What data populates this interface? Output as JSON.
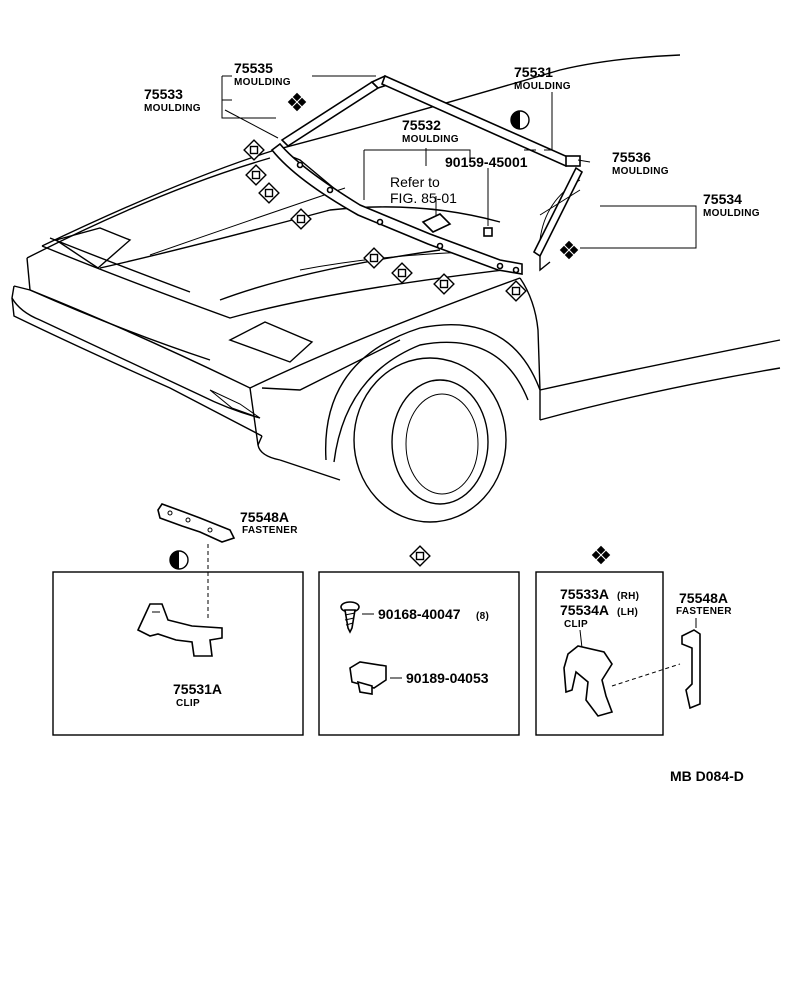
{
  "labels": {
    "p75535": {
      "num": "75535",
      "name": "MOULDING"
    },
    "p75533": {
      "num": "75533",
      "name": "MOULDING"
    },
    "p75531": {
      "num": "75531",
      "name": "MOULDING"
    },
    "p75532": {
      "num": "75532",
      "name": "MOULDING"
    },
    "p90159": {
      "num": "90159-45001"
    },
    "ref": {
      "line1": "Refer to",
      "line2": "FIG. 85-01"
    },
    "p75536": {
      "num": "75536",
      "name": "MOULDING"
    },
    "p75534": {
      "num": "75534",
      "name": "MOULDING"
    },
    "p75548A_left": {
      "num": "75548A",
      "name": "FASTENER"
    },
    "p75531A": {
      "num": "75531A",
      "name": "CLIP"
    },
    "p90168": {
      "num": "90168-40047",
      "qty": "(8)"
    },
    "p90189": {
      "num": "90189-04053"
    },
    "p75533A": {
      "num": "75533A",
      "side": "(RH)"
    },
    "p75534A": {
      "num": "75534A",
      "side": "(LH)"
    },
    "clip_name": "CLIP",
    "p75548A_right": {
      "num": "75548A",
      "name": "FASTENER"
    }
  },
  "footer_code": "MB  D084-D",
  "symbols": [
    "half-circle-symbol",
    "square-diamond-symbol",
    "quad-diamond-symbol"
  ]
}
